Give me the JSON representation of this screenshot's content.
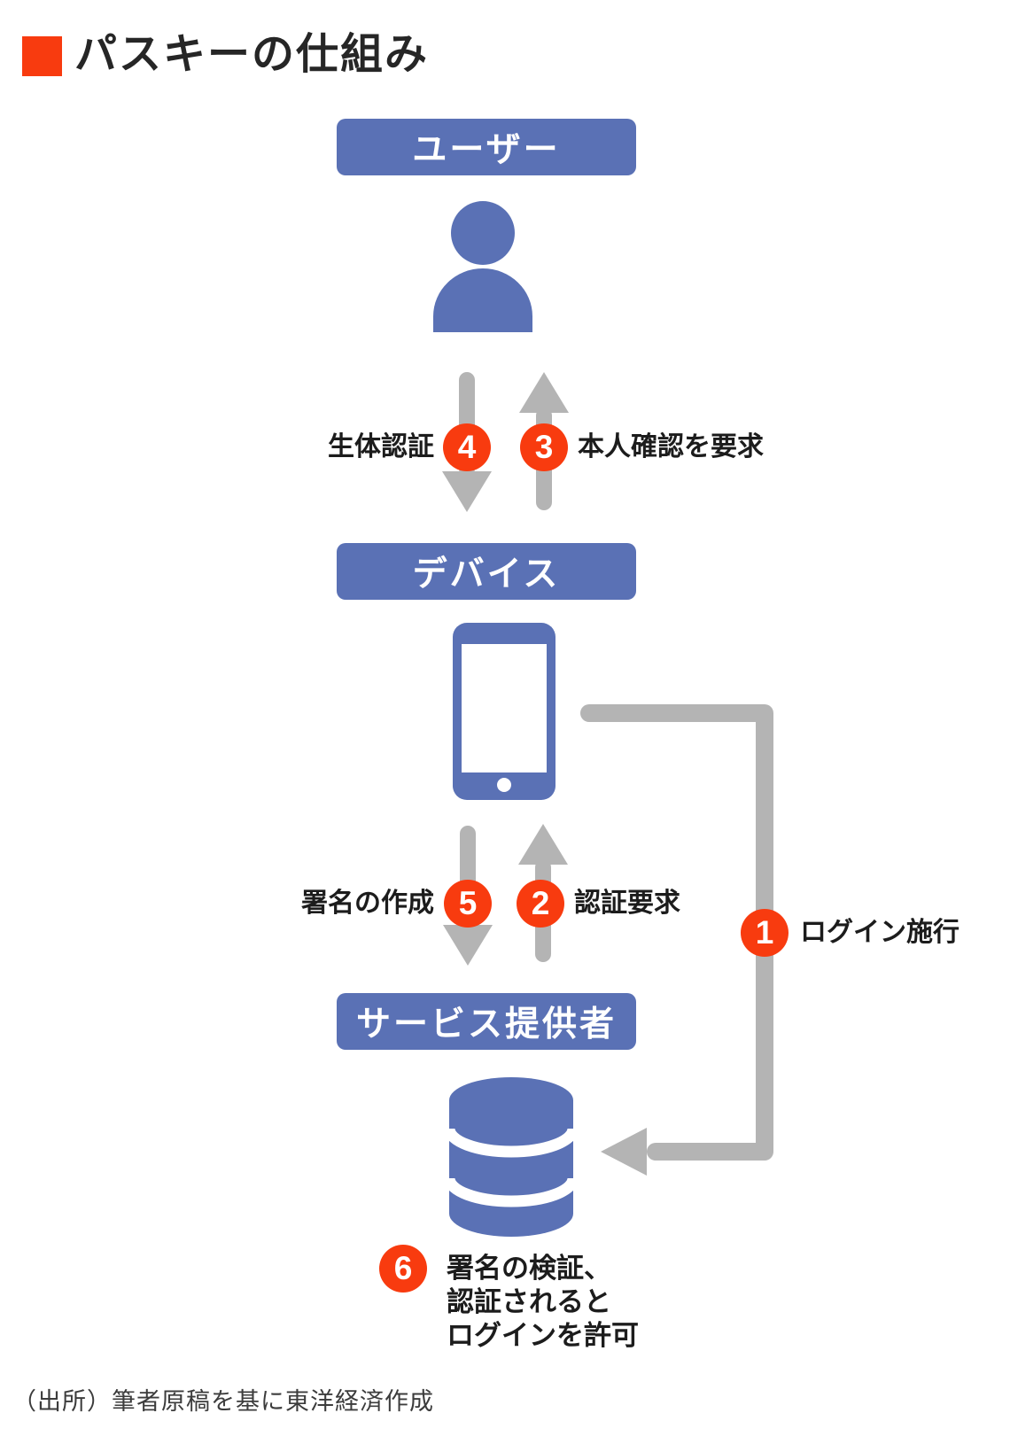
{
  "colors": {
    "blue": "#5a71b5",
    "red": "#f83b0f",
    "gray": "#b4b4b4",
    "title_text": "#262626",
    "label_text": "#1c1c1c",
    "source_text": "#3c3c3c"
  },
  "header": {
    "title": "パスキーの仕組み"
  },
  "nodes": {
    "user": {
      "label": "ユーザー"
    },
    "device": {
      "label": "デバイス"
    },
    "service": {
      "label": "サービス提供者"
    }
  },
  "steps": {
    "s1": {
      "num": "1",
      "label": "ログイン施行"
    },
    "s2": {
      "num": "2",
      "label": "認証要求"
    },
    "s3": {
      "num": "3",
      "label": "本人確認を要求"
    },
    "s4": {
      "num": "4",
      "label": "生体認証"
    },
    "s5": {
      "num": "5",
      "label": "署名の作成"
    },
    "s6": {
      "num": "6",
      "lines": [
        "署名の検証、",
        "認証されると",
        "ログインを許可"
      ]
    }
  },
  "footer": {
    "source": "（出所）筆者原稿を基に東洋経済作成"
  }
}
